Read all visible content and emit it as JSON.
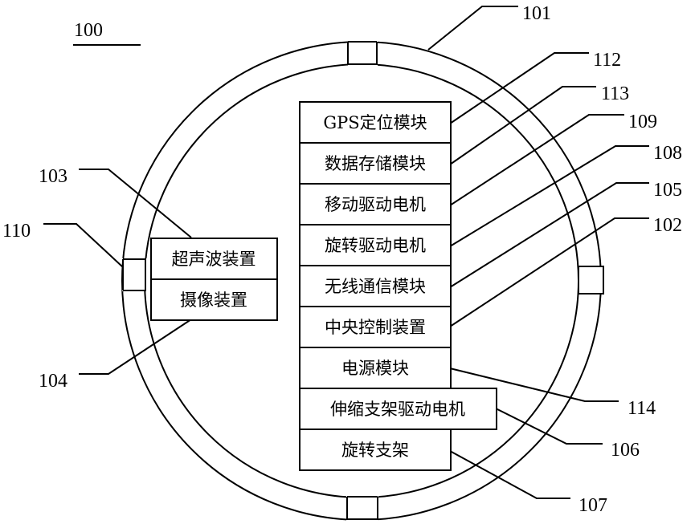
{
  "figure": {
    "title_ref": "100",
    "ring_ref": "101",
    "main_stack": [
      {
        "label": "GPS定位模块",
        "ref": "112"
      },
      {
        "label": "数据存储模块",
        "ref": "113"
      },
      {
        "label": "移动驱动电机",
        "ref": "109"
      },
      {
        "label": "旋转驱动电机",
        "ref": "108"
      },
      {
        "label": "无线通信模块",
        "ref": "105"
      },
      {
        "label": "中央控制装置",
        "ref": "102"
      },
      {
        "label": "电源模块",
        "ref": "114"
      },
      {
        "label": "伸缩支架驱动电机",
        "ref": "106"
      },
      {
        "label": "旋转支架",
        "ref": "107"
      }
    ],
    "side_stack": [
      {
        "label": "超声波装置",
        "ref": "103"
      },
      {
        "label": "摄像装置",
        "ref": "104"
      }
    ],
    "window_ref": "110"
  }
}
